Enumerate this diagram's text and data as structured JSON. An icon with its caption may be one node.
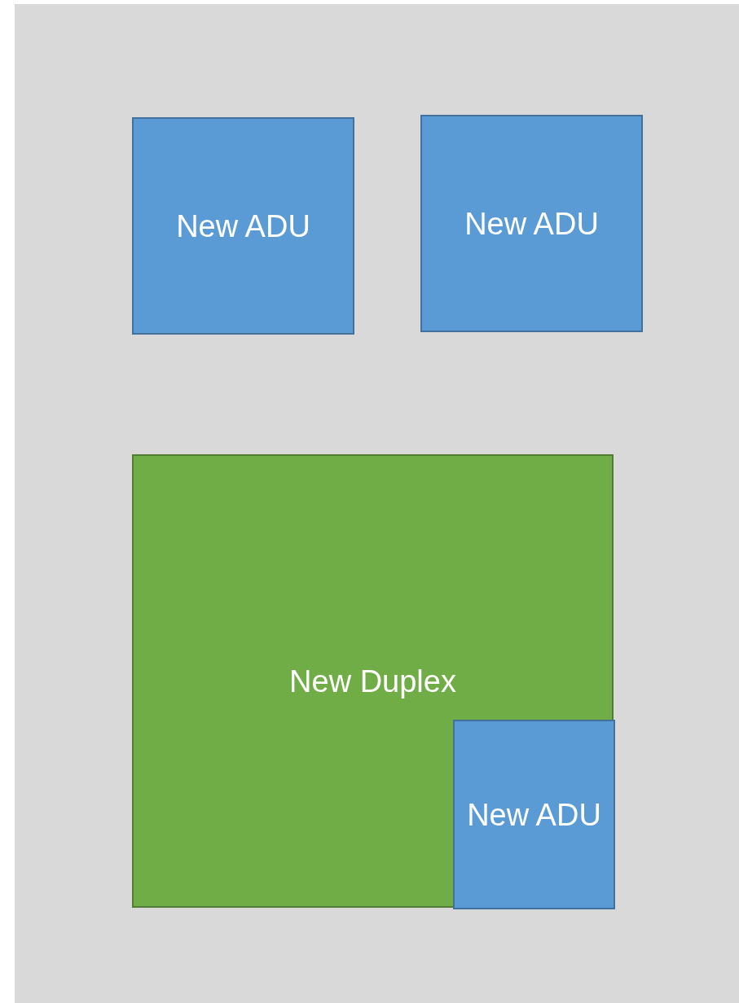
{
  "diagram": {
    "nodes": [
      {
        "text": [
          "New ADU"
        ]
      },
      {
        "text": [
          "New ADU"
        ]
      },
      {
        "text": [
          "New Duplex"
        ]
      },
      {
        "text": [
          "New ADU"
        ],
        "in": 2
      }
    ]
  }
}
